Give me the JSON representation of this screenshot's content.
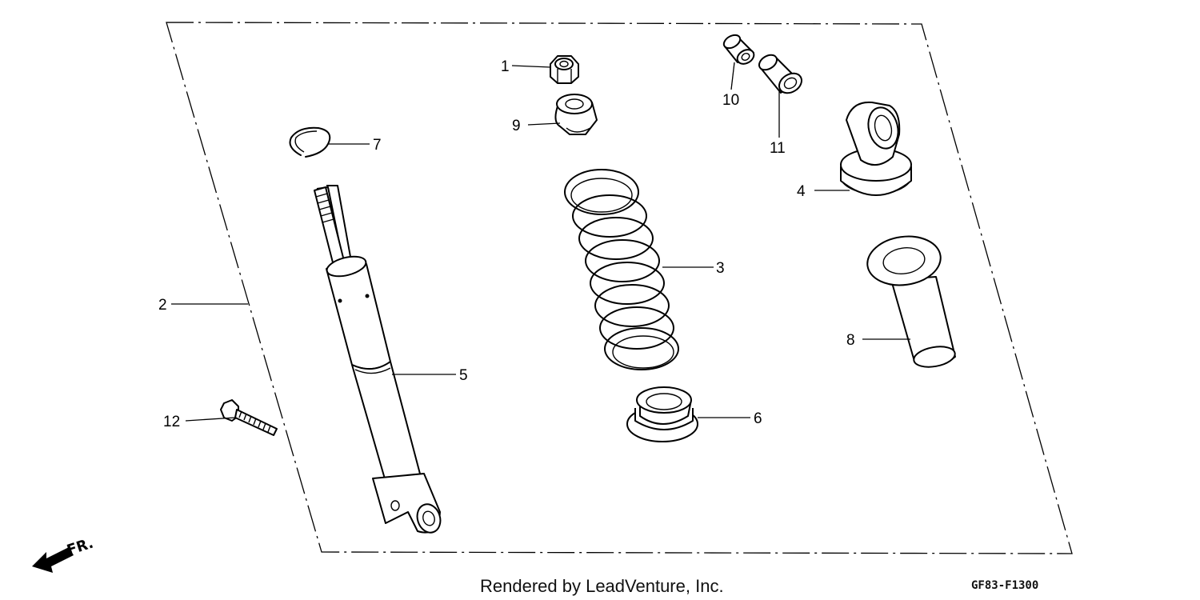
{
  "diagram": {
    "callouts": {
      "nut": "1",
      "damper_assembly": "2",
      "spring": "3",
      "upper_mount": "4",
      "damper_body": "5",
      "spring_seat": "6",
      "snap_ring": "7",
      "boot": "8",
      "rubber_bushing": "9",
      "collar_small": "10",
      "collar_large": "11",
      "bolt": "12"
    },
    "direction_label": "FR.",
    "credit": "Rendered by LeadVenture, Inc.",
    "diagram_code": "GF83-F1300"
  }
}
